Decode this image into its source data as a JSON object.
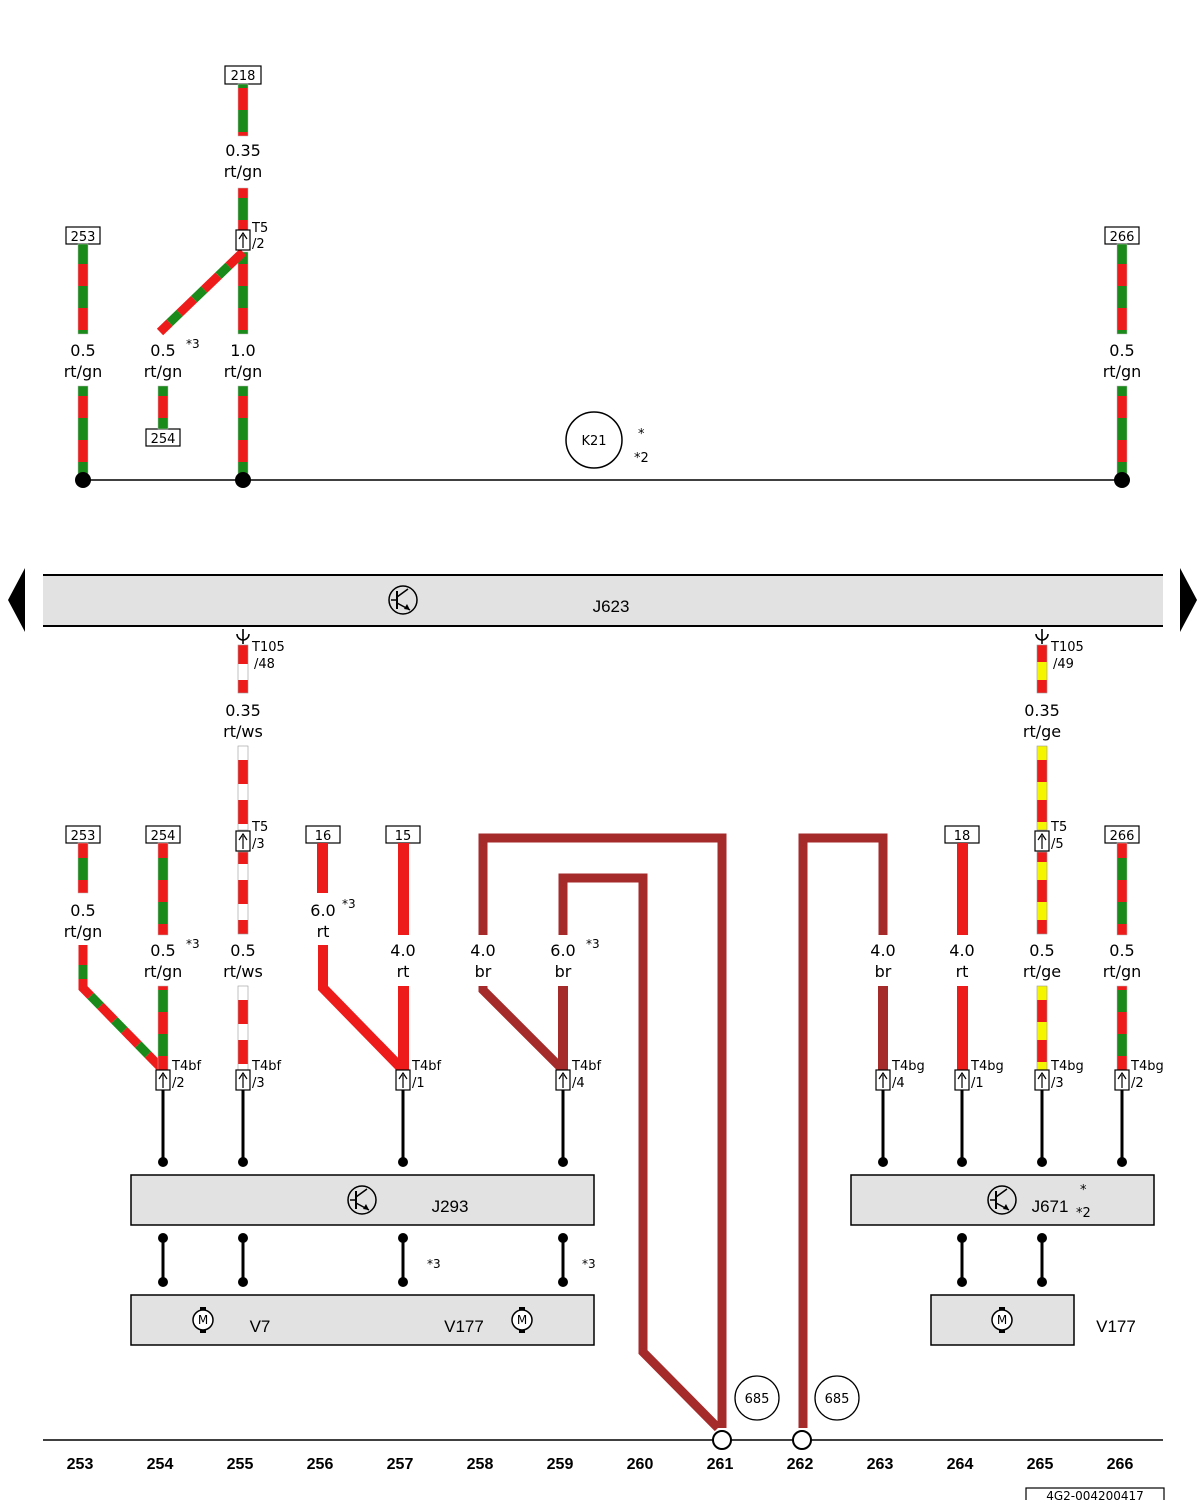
{
  "colors": {
    "rt": "#ee1b1b",
    "gn": "#1a8a1a",
    "ws": "#ffffff",
    "ge": "#f5f500",
    "br": "#a52a2a",
    "component_fill": "#e2e2e2"
  },
  "references": {
    "ref218": "218",
    "ref253_top": "253",
    "ref254_top": "254",
    "ref266_top": "266",
    "ref253_bot": "253",
    "ref254_bot": "254",
    "ref16": "16",
    "ref15": "15",
    "ref18": "18",
    "ref266_bot": "266"
  },
  "wires": {
    "w218": {
      "size": "0.35",
      "color": "rt/gn"
    },
    "w253_top": {
      "size": "0.5",
      "color": "rt/gn"
    },
    "w254_top": {
      "size": "0.5",
      "color": "rt/gn",
      "note": "*3"
    },
    "w255_top": {
      "size": "1.0",
      "color": "rt/gn"
    },
    "w266_top": {
      "size": "0.5",
      "color": "rt/gn"
    },
    "w255_mid": {
      "size": "0.35",
      "color": "rt/ws"
    },
    "w265_mid": {
      "size": "0.35",
      "color": "rt/ge"
    },
    "w253_bot": {
      "size": "0.5",
      "color": "rt/gn"
    },
    "w254_bot": {
      "size": "0.5",
      "color": "rt/gn",
      "note": "*3"
    },
    "w255_bot": {
      "size": "0.5",
      "color": "rt/ws"
    },
    "w256": {
      "size": "6.0",
      "color": "rt",
      "note": "*3"
    },
    "w257": {
      "size": "4.0",
      "color": "rt"
    },
    "w258": {
      "size": "4.0",
      "color": "br"
    },
    "w259": {
      "size": "6.0",
      "color": "br",
      "note": "*3"
    },
    "w263": {
      "size": "4.0",
      "color": "br"
    },
    "w264": {
      "size": "4.0",
      "color": "rt"
    },
    "w265_bot": {
      "size": "0.5",
      "color": "rt/ge"
    },
    "w266_bot": {
      "size": "0.5",
      "color": "rt/gn"
    }
  },
  "connectors": {
    "t5_2": {
      "name": "T5",
      "pin": "/2"
    },
    "t5_3": {
      "name": "T5",
      "pin": "/3"
    },
    "t5_5": {
      "name": "T5",
      "pin": "/5"
    },
    "t105_48": {
      "name": "T105",
      "pin": "/48"
    },
    "t105_49": {
      "name": "T105",
      "pin": "/49"
    },
    "t4bf_2": {
      "name": "T4bf",
      "pin": "/2"
    },
    "t4bf_3": {
      "name": "T4bf",
      "pin": "/3"
    },
    "t4bf_1": {
      "name": "T4bf",
      "pin": "/1"
    },
    "t4bf_4": {
      "name": "T4bf",
      "pin": "/4"
    },
    "t4bg_4": {
      "name": "T4bg",
      "pin": "/4"
    },
    "t4bg_1": {
      "name": "T4bg",
      "pin": "/1"
    },
    "t4bg_3": {
      "name": "T4bg",
      "pin": "/3"
    },
    "t4bg_2": {
      "name": "T4bg",
      "pin": "/2"
    }
  },
  "components": {
    "k21": {
      "label": "K21",
      "note1": "*",
      "note2": "*2"
    },
    "j623": {
      "label": "J623"
    },
    "j293": {
      "label": "J293"
    },
    "j671": {
      "label": "J671",
      "note1": "*",
      "note2": "*2"
    },
    "v7": {
      "label": "V7"
    },
    "v177_left": {
      "label": "V177"
    },
    "v177_right": {
      "label": "V177"
    },
    "motor_symbol": "M",
    "j293_note_257": "*3",
    "j293_note_259": "*3"
  },
  "ground_points": {
    "g261": "685",
    "g262": "685"
  },
  "grid": {
    "numbers": [
      "253",
      "254",
      "255",
      "256",
      "257",
      "258",
      "259",
      "260",
      "261",
      "262",
      "263",
      "264",
      "265",
      "266"
    ]
  },
  "document_id": "4G2-004200417",
  "icons": {
    "arrow_left": "triangle-left-icon",
    "arrow_right": "triangle-right-icon",
    "transistor": "transistor-icon",
    "motor": "motor-icon"
  }
}
